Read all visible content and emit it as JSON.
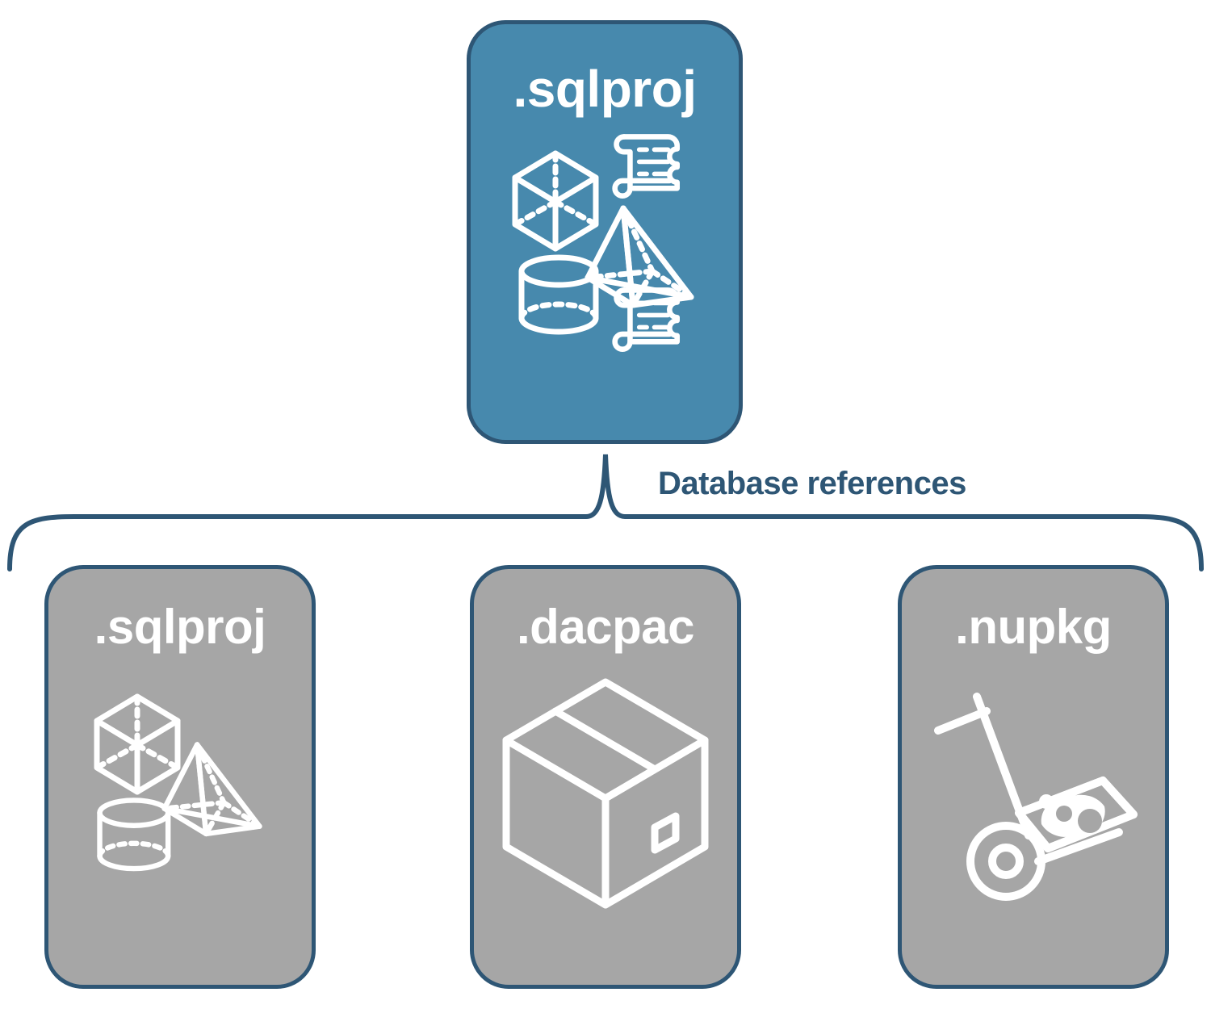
{
  "diagram": {
    "title_text": "Database references",
    "colors": {
      "accent_fill": "#4789ad",
      "neutral_fill": "#a6a6a6",
      "outline": "#2e5675",
      "icon_stroke": "#ffffff",
      "background": "#ffffff"
    }
  },
  "root": {
    "label": ".sqlproj",
    "fill": "#4789ad",
    "icons": [
      "wireframe-cube-icon",
      "wireframe-pyramid-icon",
      "wireframe-cylinder-icon",
      "scroll-icon",
      "scroll-icon"
    ]
  },
  "connector": {
    "label": "Database references"
  },
  "children": [
    {
      "label": ".sqlproj",
      "fill": "#a6a6a6",
      "icons": [
        "wireframe-cube-icon",
        "wireframe-pyramid-icon",
        "wireframe-cylinder-icon"
      ]
    },
    {
      "label": ".dacpac",
      "fill": "#a6a6a6",
      "icons": [
        "package-box-icon"
      ]
    },
    {
      "label": ".nupkg",
      "fill": "#a6a6a6",
      "icons": [
        "hand-truck-nuget-icon"
      ]
    }
  ]
}
